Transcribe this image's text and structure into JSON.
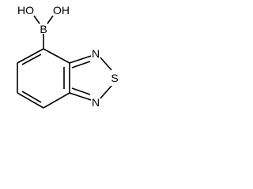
{
  "molecule": {
    "atoms": {
      "boron": "B",
      "hydroxyl_left": "HO",
      "hydroxyl_right": "OH",
      "nitrogen_top": "N",
      "sulfur": "S",
      "nitrogen_bottom": "N"
    },
    "colors": {
      "bond": "#000000",
      "label": "#000000",
      "background": "#ffffff"
    }
  }
}
